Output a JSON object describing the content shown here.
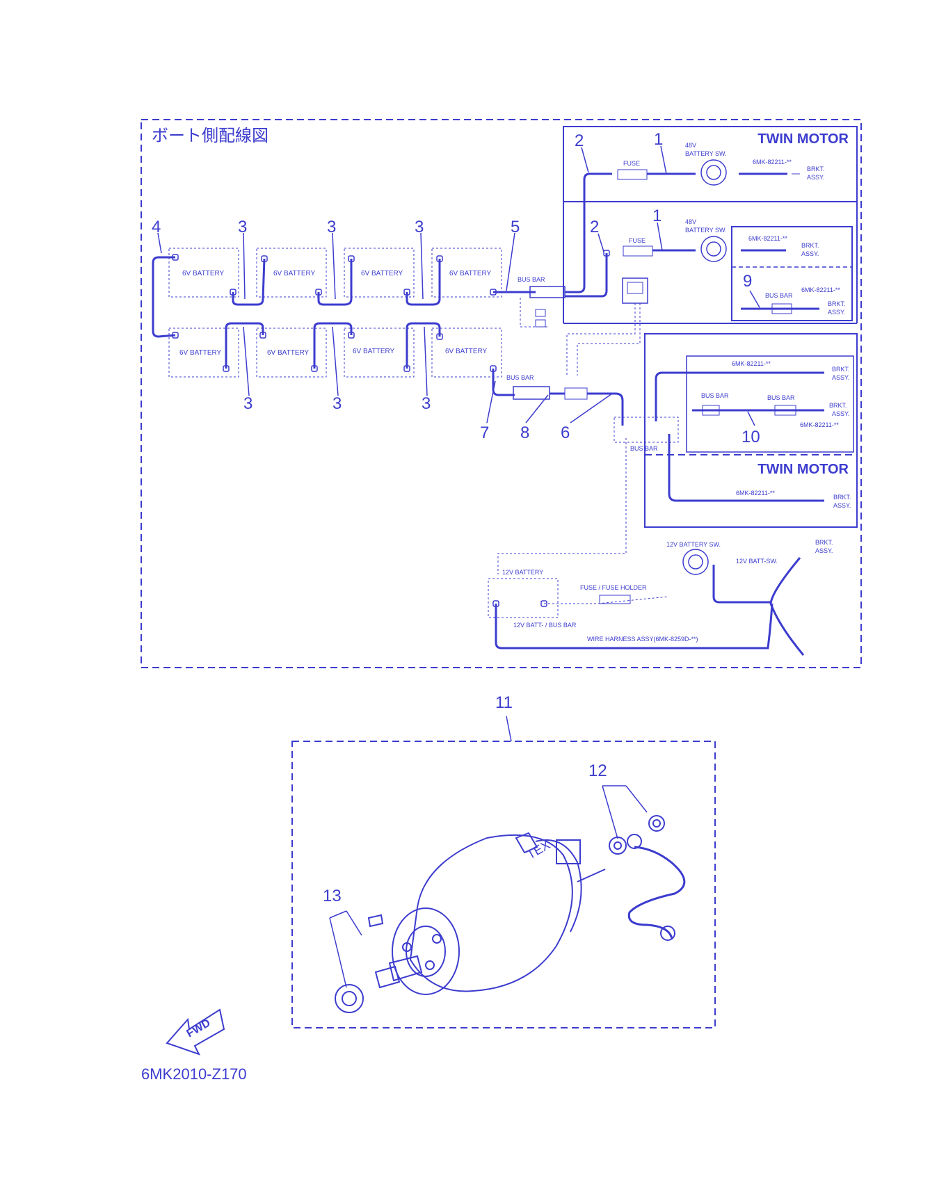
{
  "colors": {
    "ink": "#3c3ccf"
  },
  "title_jp": "ボート側配線図",
  "twin_motor": "TWIN MOTOR",
  "part_code": "6MK2010-Z170",
  "labels": {
    "battery_6v": "6V BATTERY",
    "bus_bar": "BUS BAR",
    "fuse": "FUSE",
    "battery_sw_48v_l1": "48V",
    "battery_sw_48v_l2": "BATTERY SW.",
    "harness_code": "6MK-82211-**",
    "brkt_l1": "BRKT.",
    "brkt_l2": "ASSY.",
    "battery_12v": "12V BATTERY",
    "battery_sw_12v": "12V BATTERY SW.",
    "batt_sw_12v": "12V BATT-SW.",
    "fuse_holder": "FUSE / FUSE HOLDER",
    "batt_busbar_12v": "12V BATT- / BUS BAR",
    "wire_harness": "WIRE HARNESS ASSY(6MK-8259D-**)",
    "fwd": "FWD",
    "solenoid_mark": "TEX"
  },
  "callouts": {
    "n1": "1",
    "n2": "2",
    "n3": "3",
    "n4": "4",
    "n5": "5",
    "n6": "6",
    "n7": "7",
    "n8": "8",
    "n9": "9",
    "n10": "10",
    "n11": "11",
    "n12": "12",
    "n13": "13"
  }
}
